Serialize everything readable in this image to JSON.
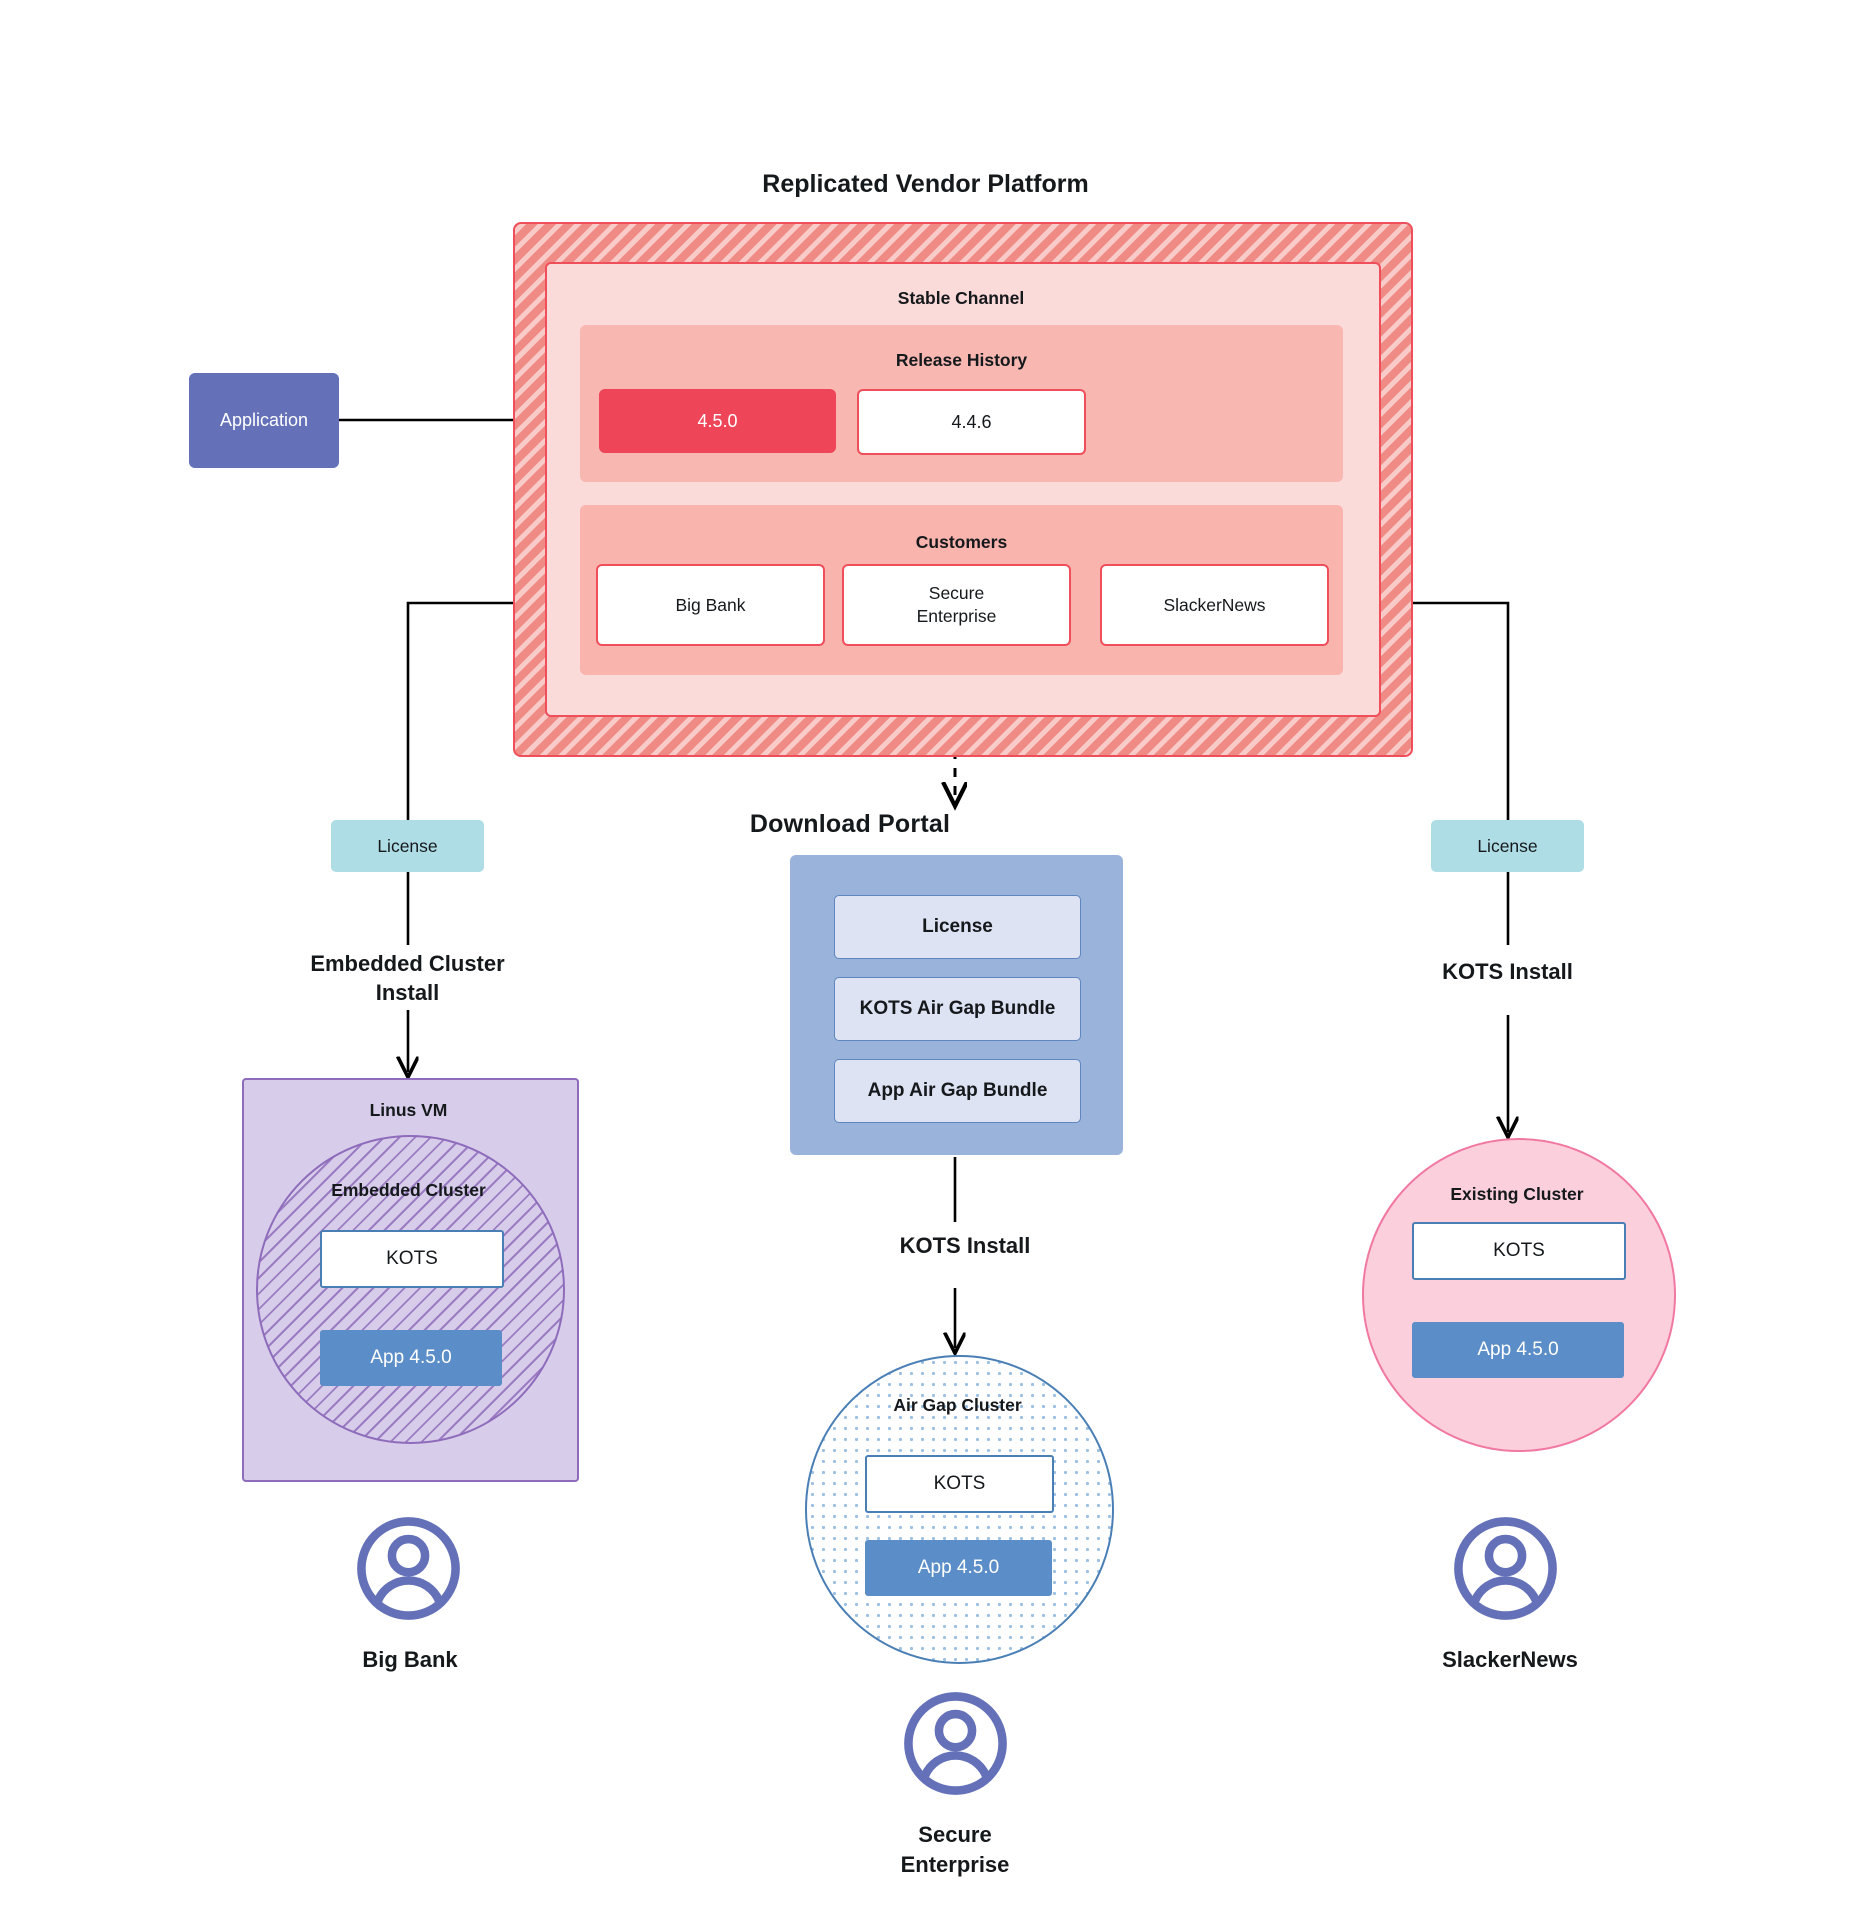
{
  "diagram": {
    "title": "Replicated Vendor Platform",
    "download_portal_title": "Download  Portal"
  },
  "application": {
    "label": "Application"
  },
  "vendor_platform": {
    "stable_channel_label": "Stable Channel",
    "release_history": {
      "label": "Release History",
      "releases": [
        {
          "version": "4.5.0",
          "state": "current"
        },
        {
          "version": "4.4.6",
          "state": "previous"
        }
      ]
    },
    "customers": {
      "label": "Customers",
      "items": [
        {
          "name": "Big Bank"
        },
        {
          "name": "Secure\nEnterprise"
        },
        {
          "name": "SlackerNews"
        }
      ]
    }
  },
  "branches": {
    "left": {
      "license_label": "License",
      "install_label": "Embedded Cluster\nInstall",
      "vm_label": "Linus VM",
      "cluster_label": "Embedded Cluster",
      "kots_label": "KOTS",
      "app_label": "App 4.5.0",
      "customer_label": "Big Bank"
    },
    "middle": {
      "portal_items": [
        {
          "label": "License"
        },
        {
          "label": "KOTS Air Gap Bundle"
        },
        {
          "label": "App Air Gap Bundle"
        }
      ],
      "install_label": "KOTS Install",
      "cluster_label": "Air Gap Cluster",
      "kots_label": "KOTS",
      "app_label": "App 4.5.0",
      "customer_label": "Secure\nEnterprise"
    },
    "right": {
      "license_label": "License",
      "install_label": "KOTS Install",
      "cluster_label": "Existing Cluster",
      "kots_label": "KOTS",
      "app_label": "App 4.5.0",
      "customer_label": "SlackerNews"
    }
  },
  "icons": {
    "avatar": "user-avatar-icon"
  },
  "colors": {
    "platform_stripe": "#f08a84",
    "platform_border": "#ef4f5a",
    "channel_fill": "#fbdada",
    "release_panel": "#f8b7b1",
    "release_current": "#ee4558",
    "customers_panel": "#f9b4ae",
    "application": "#6471b8",
    "license_chip": "#afdde6",
    "vm_fill": "#d7cdea",
    "vm_border": "#8e6cbb",
    "portal_fill": "#9ab3db",
    "portal_item": "#dde3f3",
    "kots_border": "#4a7fb5",
    "app_fill": "#5b8dc8",
    "existing_cluster": "#fbd0dc",
    "existing_cluster_border": "#f178a0",
    "avatar": "#6471b8"
  }
}
